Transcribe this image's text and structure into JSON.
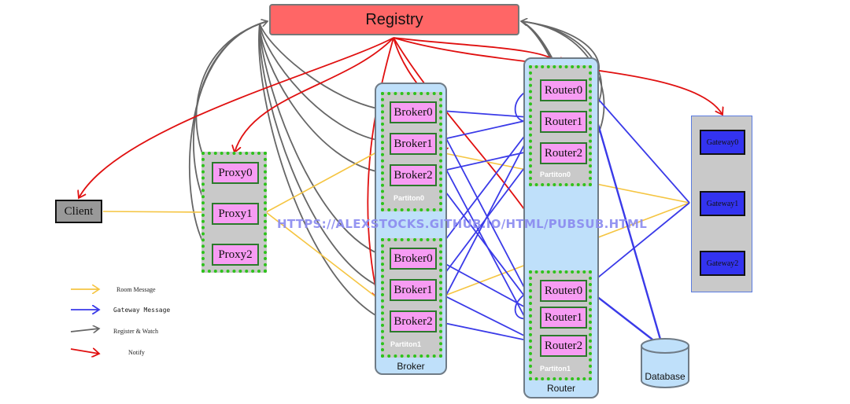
{
  "registry": {
    "label": "Registry"
  },
  "client": {
    "label": "Client"
  },
  "proxies": [
    "Proxy0",
    "Proxy1",
    "Proxy2"
  ],
  "broker_cluster": {
    "label": "Broker",
    "partitions": [
      {
        "label": "Partiton0",
        "nodes": [
          "Broker0",
          "Broker1",
          "Broker2"
        ]
      },
      {
        "label": "Partiton1",
        "nodes": [
          "Broker0",
          "Broker1",
          "Broker2"
        ]
      }
    ]
  },
  "router_cluster": {
    "label": "Router",
    "partitions": [
      {
        "label": "Partiton0",
        "nodes": [
          "Router0",
          "Router1",
          "Router2"
        ]
      },
      {
        "label": "Partiton1",
        "nodes": [
          "Router0",
          "Router1",
          "Router2"
        ]
      }
    ]
  },
  "gateways": [
    "Gateway0",
    "Gateway1",
    "Gateway2"
  ],
  "database": {
    "label": "Database"
  },
  "watermark": "HTTPS://ALEXSTOCKS.GITHUB.IO/HTML/PUBSUB.HTML",
  "legend": [
    {
      "label": "Room Message",
      "color": "#f5c542"
    },
    {
      "label": "Gateway Message",
      "color": "#3a3ae8"
    },
    {
      "label": "Register & Watch",
      "color": "#666666"
    },
    {
      "label": "Notify",
      "color": "#e01010"
    }
  ],
  "colors": {
    "room": "#f5c542",
    "gateway": "#3a3ae8",
    "register": "#666666",
    "notify": "#e01010"
  }
}
